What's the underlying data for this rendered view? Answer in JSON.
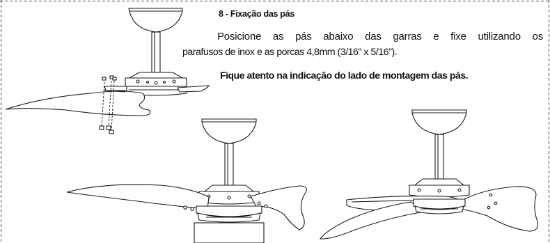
{
  "section": {
    "number": "8",
    "title": "8 - Fixação das pás"
  },
  "instructions": {
    "line1": "Posicione as pás abaixo das garras e fixe utilizando os",
    "line2": "parafusos de inox  e as porcas 4,8mm (3/16\" x 5/16\")."
  },
  "warning": "Fique atento na indicação do lado de montagem das pás.",
  "colors": {
    "line": "#1a1a1a",
    "border_dash": "#444444",
    "background": "#ffffff"
  },
  "illustrations": [
    "fan-with-blade-exploded-screws",
    "fan-blades-mounted-side-view",
    "fan-blades-mounted-angled-view"
  ]
}
